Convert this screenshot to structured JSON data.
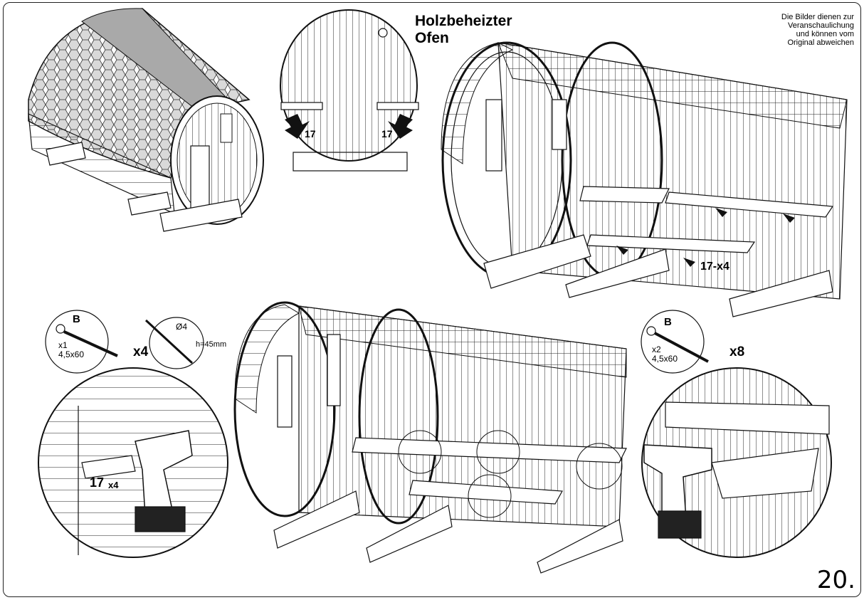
{
  "heading": {
    "line1": "Holzbeheizter",
    "line2": "Ofen"
  },
  "note": {
    "line1": "Die Bilder dienen zur",
    "line2": "Veranschaulichung",
    "line3": "und können vom",
    "line4": "Original abweichen"
  },
  "page_number": "20.",
  "detail_top": {
    "left_label": "17",
    "right_label": "17"
  },
  "main_top": {
    "label": "17-x4"
  },
  "screw_left": {
    "letter": "B",
    "qty": "x1",
    "size": "4,5x60",
    "multiplier": "x4"
  },
  "drill_bit": {
    "diameter": "Ø4",
    "depth": "h=45mm"
  },
  "detail_left": {
    "label_num": "17",
    "label_mult": "x4"
  },
  "screw_right": {
    "letter": "B",
    "qty": "x2",
    "size": "4,5x60",
    "multiplier": "x8"
  }
}
